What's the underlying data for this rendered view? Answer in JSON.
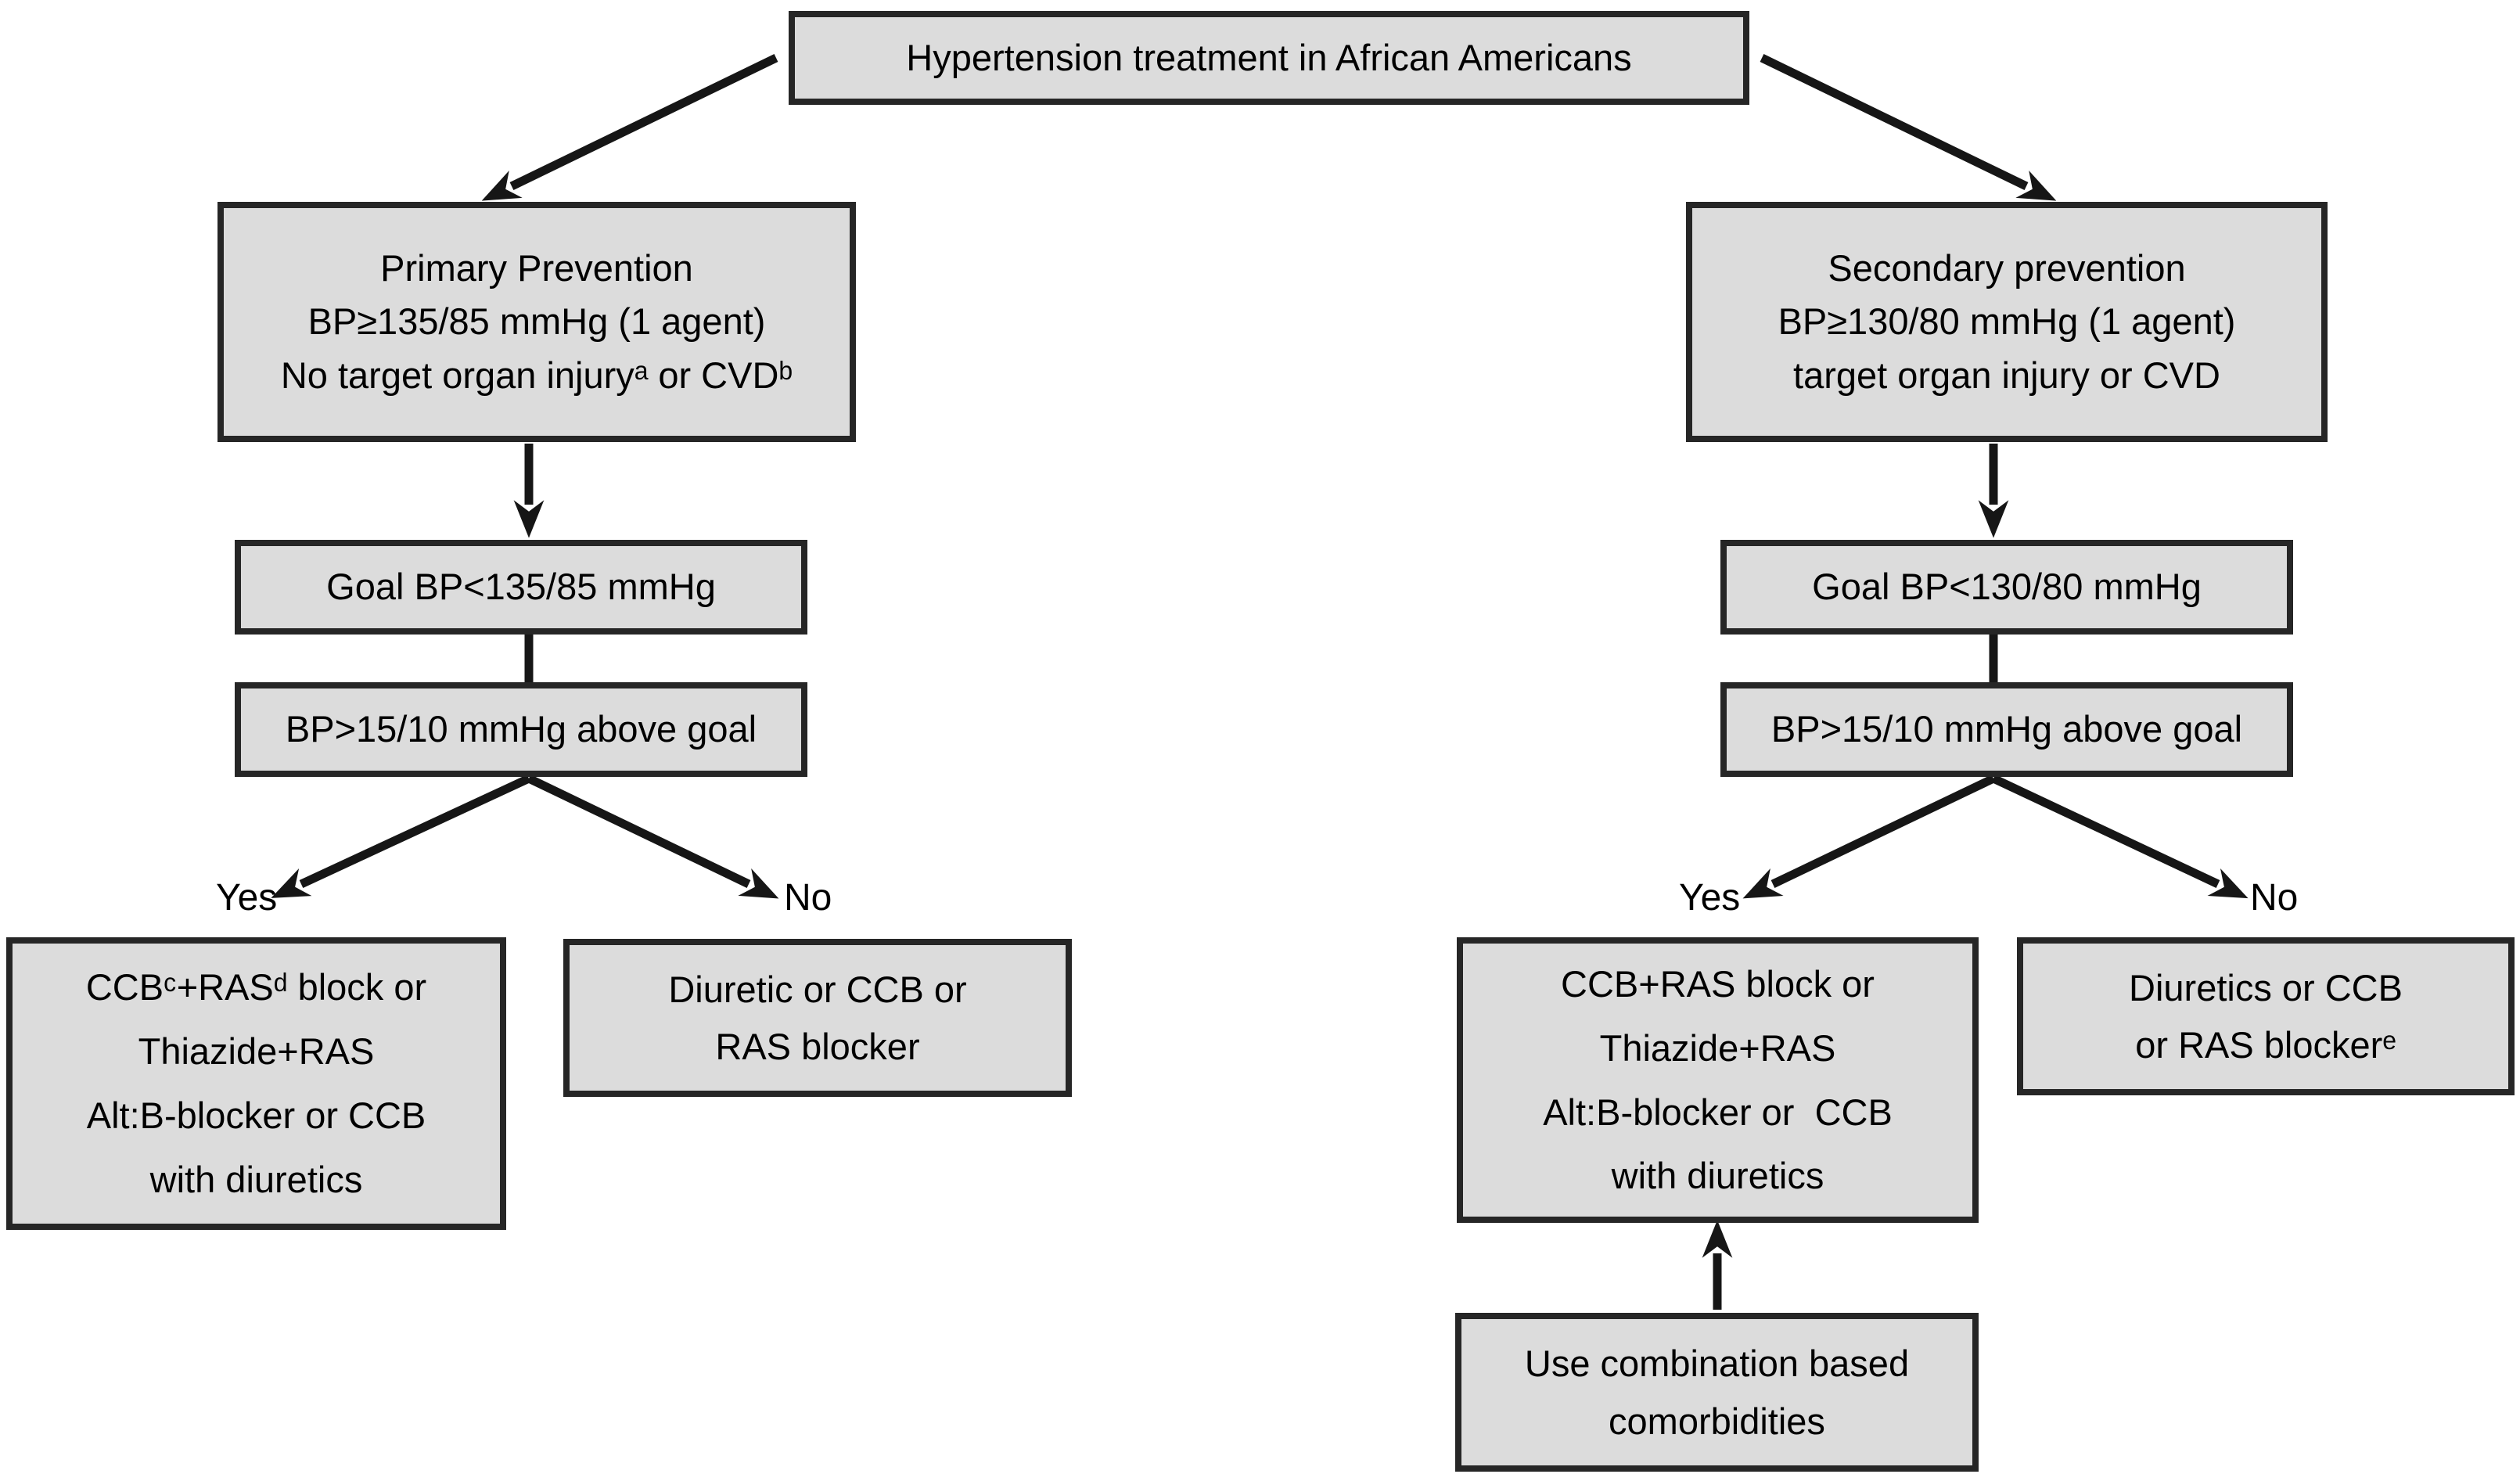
{
  "colors": {
    "box_fill": "#dcdcdc",
    "box_border": "#262626",
    "arrow": "#161616",
    "text": "#000000",
    "background": "#ffffff"
  },
  "title": "Hypertension treatment in African Americans",
  "nodes": {
    "primary": {
      "lines": [
        "Primary Prevention",
        "BP≥135/85 mmHg (1 agent)",
        "No target organ injuryᵃ or CVDᵇ"
      ]
    },
    "secondary": {
      "lines": [
        "Secondary prevention",
        "BP≥130/80 mmHg (1 agent)",
        "target organ injury or CVD"
      ]
    },
    "goal_left": "Goal BP<135/85 mmHg",
    "above_goal_left": "BP>15/10 mmHg above goal",
    "goal_right": "Goal BP<130/80 mmHg",
    "above_goal_right": "BP>15/10 mmHg above goal",
    "treat_yes_left": {
      "lines": [
        "CCBᶜ+RASᵈ block or",
        "Thiazide+RAS",
        "Alt:B-blocker or CCB",
        "with diuretics"
      ]
    },
    "treat_no_left": {
      "lines": [
        "Diuretic or CCB or",
        "RAS blocker"
      ]
    },
    "treat_yes_right": {
      "lines": [
        "CCB+RAS block or",
        "Thiazide+RAS",
        "Alt:B-blocker or  CCB",
        "with diuretics"
      ]
    },
    "treat_no_right": {
      "lines": [
        "Diuretics or CCB",
        "or RAS blockerᵉ"
      ]
    },
    "combination": {
      "lines": [
        "Use combination based",
        "comorbidities"
      ]
    }
  },
  "branch_labels": {
    "left_yes": "Yes",
    "left_no": "No",
    "right_yes": "Yes",
    "right_no": "No"
  }
}
